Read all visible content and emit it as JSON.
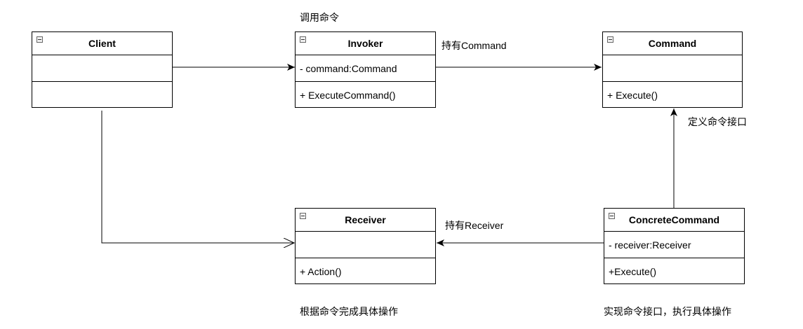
{
  "classes": {
    "client": {
      "name": "Client",
      "attribute": "",
      "method": ""
    },
    "invoker": {
      "name": "Invoker",
      "attribute": "- command:Command",
      "method": "+ ExecuteCommand()"
    },
    "command": {
      "name": "Command",
      "attribute": "",
      "method": "+ Execute()"
    },
    "receiver": {
      "name": "Receiver",
      "attribute": "",
      "method": "+ Action()"
    },
    "concrete_command": {
      "name": "ConcreteCommand",
      "attribute": "- receiver:Receiver",
      "method": "+Execute()"
    }
  },
  "labels": {
    "invoke_command": "调用命令",
    "holds_command": "持有Command",
    "define_interface": "定义命令接口",
    "holds_receiver": "持有Receiver",
    "receiver_note": "根据命令完成具体操作",
    "concrete_note": "实现命令接口，执行具体操作"
  }
}
